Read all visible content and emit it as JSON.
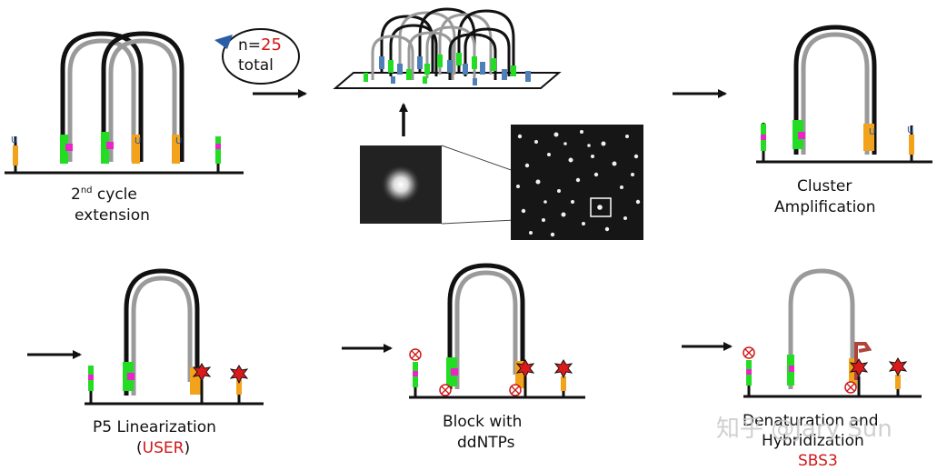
{
  "panels": {
    "cycle": {
      "line1_sup_prefix": "2",
      "line1_sup": "nd",
      "line1_rest": " cycle",
      "line2": "extension"
    },
    "counter": {
      "prefix": "n=",
      "number": "25",
      "suffix": "total"
    },
    "cluster": {
      "line1": "Cluster",
      "line2": "Amplification"
    },
    "linearization": {
      "line1": "P5 Linearization",
      "paren_open": "(",
      "paren_word": "USER",
      "paren_close": ")"
    },
    "block": {
      "line1": "Block with",
      "line2": "ddNTPs"
    },
    "denature": {
      "line1": "Denaturation and",
      "line2": "Hybridization",
      "line3": "SBS3"
    }
  },
  "watermark": "知乎 @Jary Sun",
  "colors": {
    "green": "#22dd22",
    "magenta": "#ee22cc",
    "orange": "#f3a21b",
    "blue": "#4f7fb8",
    "strand_gray": "#9a9a9a",
    "strand_black": "#111111",
    "accent_red": "#d01818"
  }
}
